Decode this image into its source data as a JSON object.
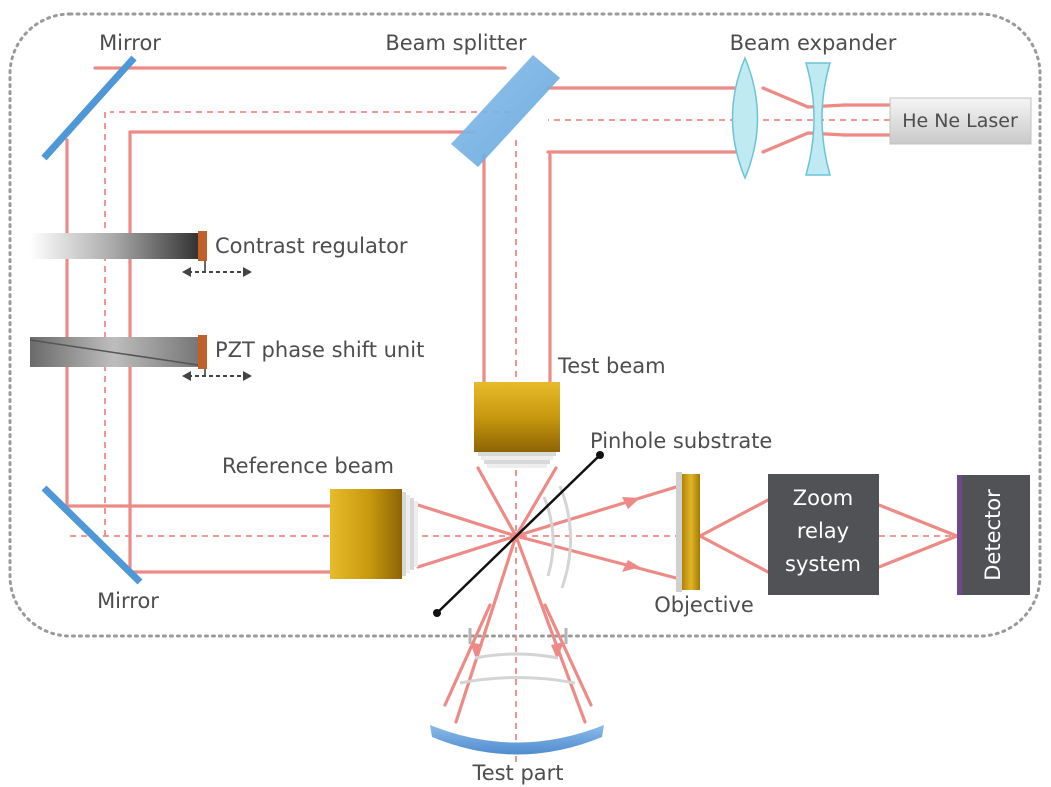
{
  "labels": {
    "mirror_top": "Mirror",
    "mirror_bottom": "Mirror",
    "beam_splitter": "Beam splitter",
    "beam_expander": "Beam expander",
    "laser": "He Ne Laser",
    "contrast_regulator": "Contrast regulator",
    "pzt_phase_shift": "PZT phase shift unit",
    "test_beam": "Test beam",
    "pinhole_substrate": "Pinhole substrate",
    "reference_beam": "Reference beam",
    "objective": "Objective",
    "zoom_relay_line1": "Zoom",
    "zoom_relay_line2": "relay",
    "zoom_relay_line3": "system",
    "detector": "Detector",
    "test_part": "Test part"
  },
  "colors": {
    "beam": "#ee8a86",
    "mirror": "#4f98d8",
    "lens": "#bfeaf2",
    "objective_gold": "#c99a10",
    "dark_box": "#515255",
    "detector_accent": "#6a4a8c",
    "enclosure": "#9a9a9a"
  }
}
